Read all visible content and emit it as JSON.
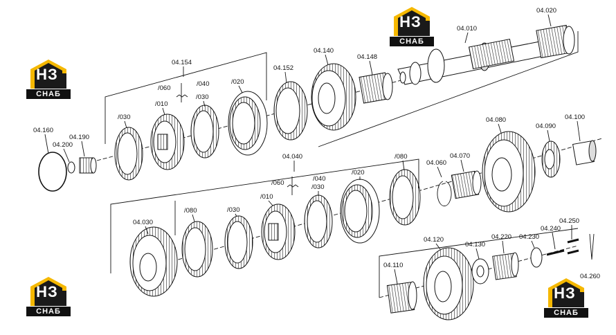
{
  "logo": {
    "mark": "НЗ",
    "caption": "СНАБ"
  },
  "labels": {
    "p04_010": "04.010",
    "p04_020": "04.020",
    "p04_140": "04.140",
    "p04_148": "04.148",
    "p04_152": "04.152",
    "p04_154": "04.154",
    "u_060": "/060",
    "u_040": "/040",
    "u_010": "/010",
    "u_030": "/030",
    "u_020": "/020",
    "u_030b": "/030",
    "p04_160": "04.160",
    "p04_200": "04.200",
    "p04_190": "04.190",
    "p04_040": "04.040",
    "l_060": "/060",
    "l_040": "/040",
    "l_030": "/030",
    "l_010": "/010",
    "l_020": "/020",
    "l_080": "/080",
    "l_080b": "/080",
    "l_030b": "/030",
    "p04_030": "04.030",
    "p04_060": "04.060",
    "p04_070": "04.070",
    "p04_080": "04.080",
    "p04_090": "04.090",
    "p04_100": "04.100",
    "p04_120": "04.120",
    "p04_130": "04.130",
    "p04_220": "04.220",
    "p04_230": "04.230",
    "p04_240": "04.240",
    "p04_250": "04.250",
    "p04_260": "04.260",
    "p04_110": "04.110"
  }
}
